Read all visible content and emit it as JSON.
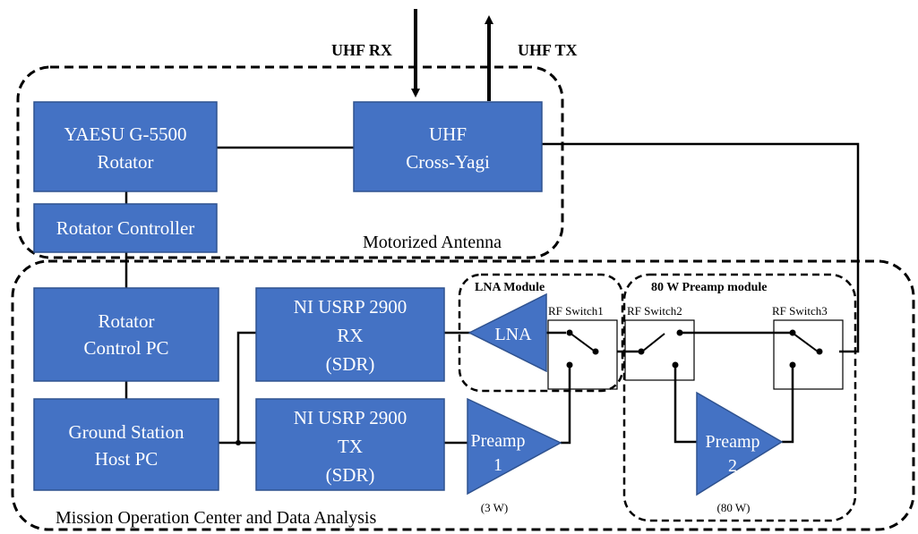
{
  "signals": {
    "rx": "UHF RX",
    "tx": "UHF TX"
  },
  "groups": {
    "motorized_antenna": "Motorized Antenna",
    "mission_center": "Mission Operation Center and Data Analysis",
    "lna_module": "LNA Module",
    "preamp_module": "80 W Preamp module"
  },
  "blocks": {
    "rotator": [
      "YAESU G-5500",
      "Rotator"
    ],
    "cross_yagi": [
      "UHF",
      "Cross-Yagi"
    ],
    "rotator_controller": [
      "Rotator Controller"
    ],
    "rotator_pc": [
      "Rotator",
      "Control PC"
    ],
    "ground_station_pc": [
      "Ground Station",
      "Host PC"
    ],
    "usrp_rx": [
      "NI USRP 2900",
      "RX",
      "(SDR)"
    ],
    "usrp_tx": [
      "NI USRP 2900",
      "TX",
      "(SDR)"
    ]
  },
  "amplifiers": {
    "lna": "LNA",
    "preamp1": [
      "Preamp",
      "1"
    ],
    "preamp1_power": "(3 W)",
    "preamp2": [
      "Preamp",
      "2"
    ],
    "preamp2_power": "(80 W)"
  },
  "switches": {
    "sw1": "RF Switch1",
    "sw2": "RF Switch2",
    "sw3": "RF Switch3"
  },
  "colors": {
    "block": "#4472C4",
    "block_border": "#2F528F",
    "line": "#000000"
  }
}
